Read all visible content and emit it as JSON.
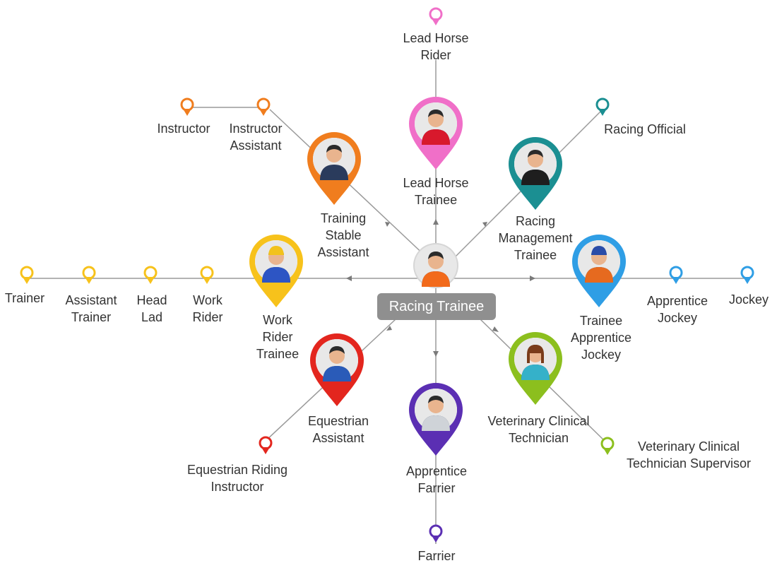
{
  "center": {
    "label": "Racing Trainee",
    "pin_color": "#9a9a9a"
  },
  "roles": {
    "lead_horse_rider": "Lead Horse Rider",
    "lead_horse_trainee": "Lead Horse Trainee",
    "instructor": "Instructor",
    "instructor_assistant": "Instructor Assistant",
    "training_stable_assistant": "Training Stable Assistant",
    "racing_official": "Racing Official",
    "racing_management_trainee": "Racing Management Trainee",
    "trainer": "Trainer",
    "assistant_trainer": "Assistant Trainer",
    "head_lad": "Head Lad",
    "work_rider": "Work Rider",
    "work_rider_trainee": "Work Rider Trainee",
    "trainee_apprentice_jockey": "Trainee Apprentice Jockey",
    "apprentice_jockey": "Apprentice Jockey",
    "jockey": "Jockey",
    "equestrian_assistant": "Equestrian Assistant",
    "equestrian_riding_instructor": "Equestrian Riding Instructor",
    "apprentice_farrier": "Apprentice Farrier",
    "farrier": "Farrier",
    "veterinary_clinical_technician": "Veterinary Clinical Technician",
    "veterinary_clinical_technician_supervisor": "Veterinary Clinical Technician Supervisor"
  },
  "colors": {
    "pink": "#f06fc8",
    "orange": "#f07d1e",
    "teal": "#1b8f92",
    "yellow": "#f7c21b",
    "blue": "#2f9ee5",
    "red": "#e3261e",
    "purple": "#5b2fb3",
    "green": "#8cbf1e",
    "line": "#9a9a9a"
  }
}
